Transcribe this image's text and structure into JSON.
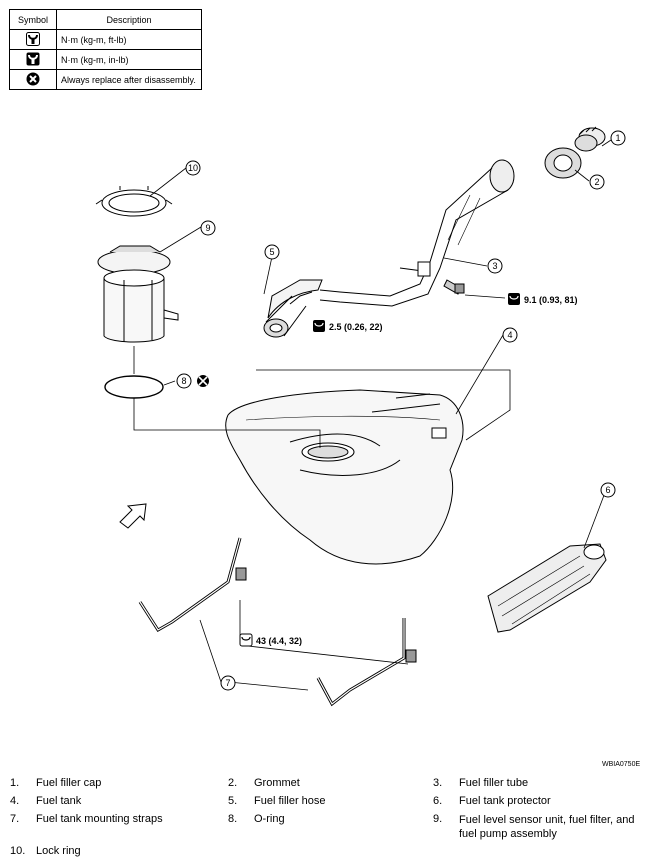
{
  "legend": {
    "headers": {
      "symbol": "Symbol",
      "description": "Description"
    },
    "rows": [
      {
        "icon": "torque-wrench-icon",
        "description": "N·m (kg-m, ft-lb)"
      },
      {
        "icon": "torque-wrench-small-icon",
        "description": "N·m (kg-m, in-lb)"
      },
      {
        "icon": "replace-x-icon",
        "description": "Always replace after disassembly."
      }
    ]
  },
  "callouts": [
    "1",
    "2",
    "3",
    "4",
    "5",
    "6",
    "7",
    "8",
    "9",
    "10"
  ],
  "torques": {
    "filler_tube_bolt": "9.1 (0.93, 81)",
    "filler_hose_clamp": "2.5 (0.26, 22)",
    "strap_bolt": "43 (4.4, 32)"
  },
  "figure_code": "WBIA0750E",
  "parts": [
    {
      "num": "1.",
      "label": "Fuel filler cap"
    },
    {
      "num": "2.",
      "label": "Grommet"
    },
    {
      "num": "3.",
      "label": "Fuel filler tube"
    },
    {
      "num": "4.",
      "label": "Fuel tank"
    },
    {
      "num": "5.",
      "label": "Fuel filler hose"
    },
    {
      "num": "6.",
      "label": "Fuel tank protector"
    },
    {
      "num": "7.",
      "label": "Fuel tank mounting straps"
    },
    {
      "num": "8.",
      "label": "O-ring"
    },
    {
      "num": "9.",
      "label": "Fuel level sensor unit, fuel filter, and fuel pump assembly"
    },
    {
      "num": "10.",
      "label": "Lock ring"
    }
  ]
}
